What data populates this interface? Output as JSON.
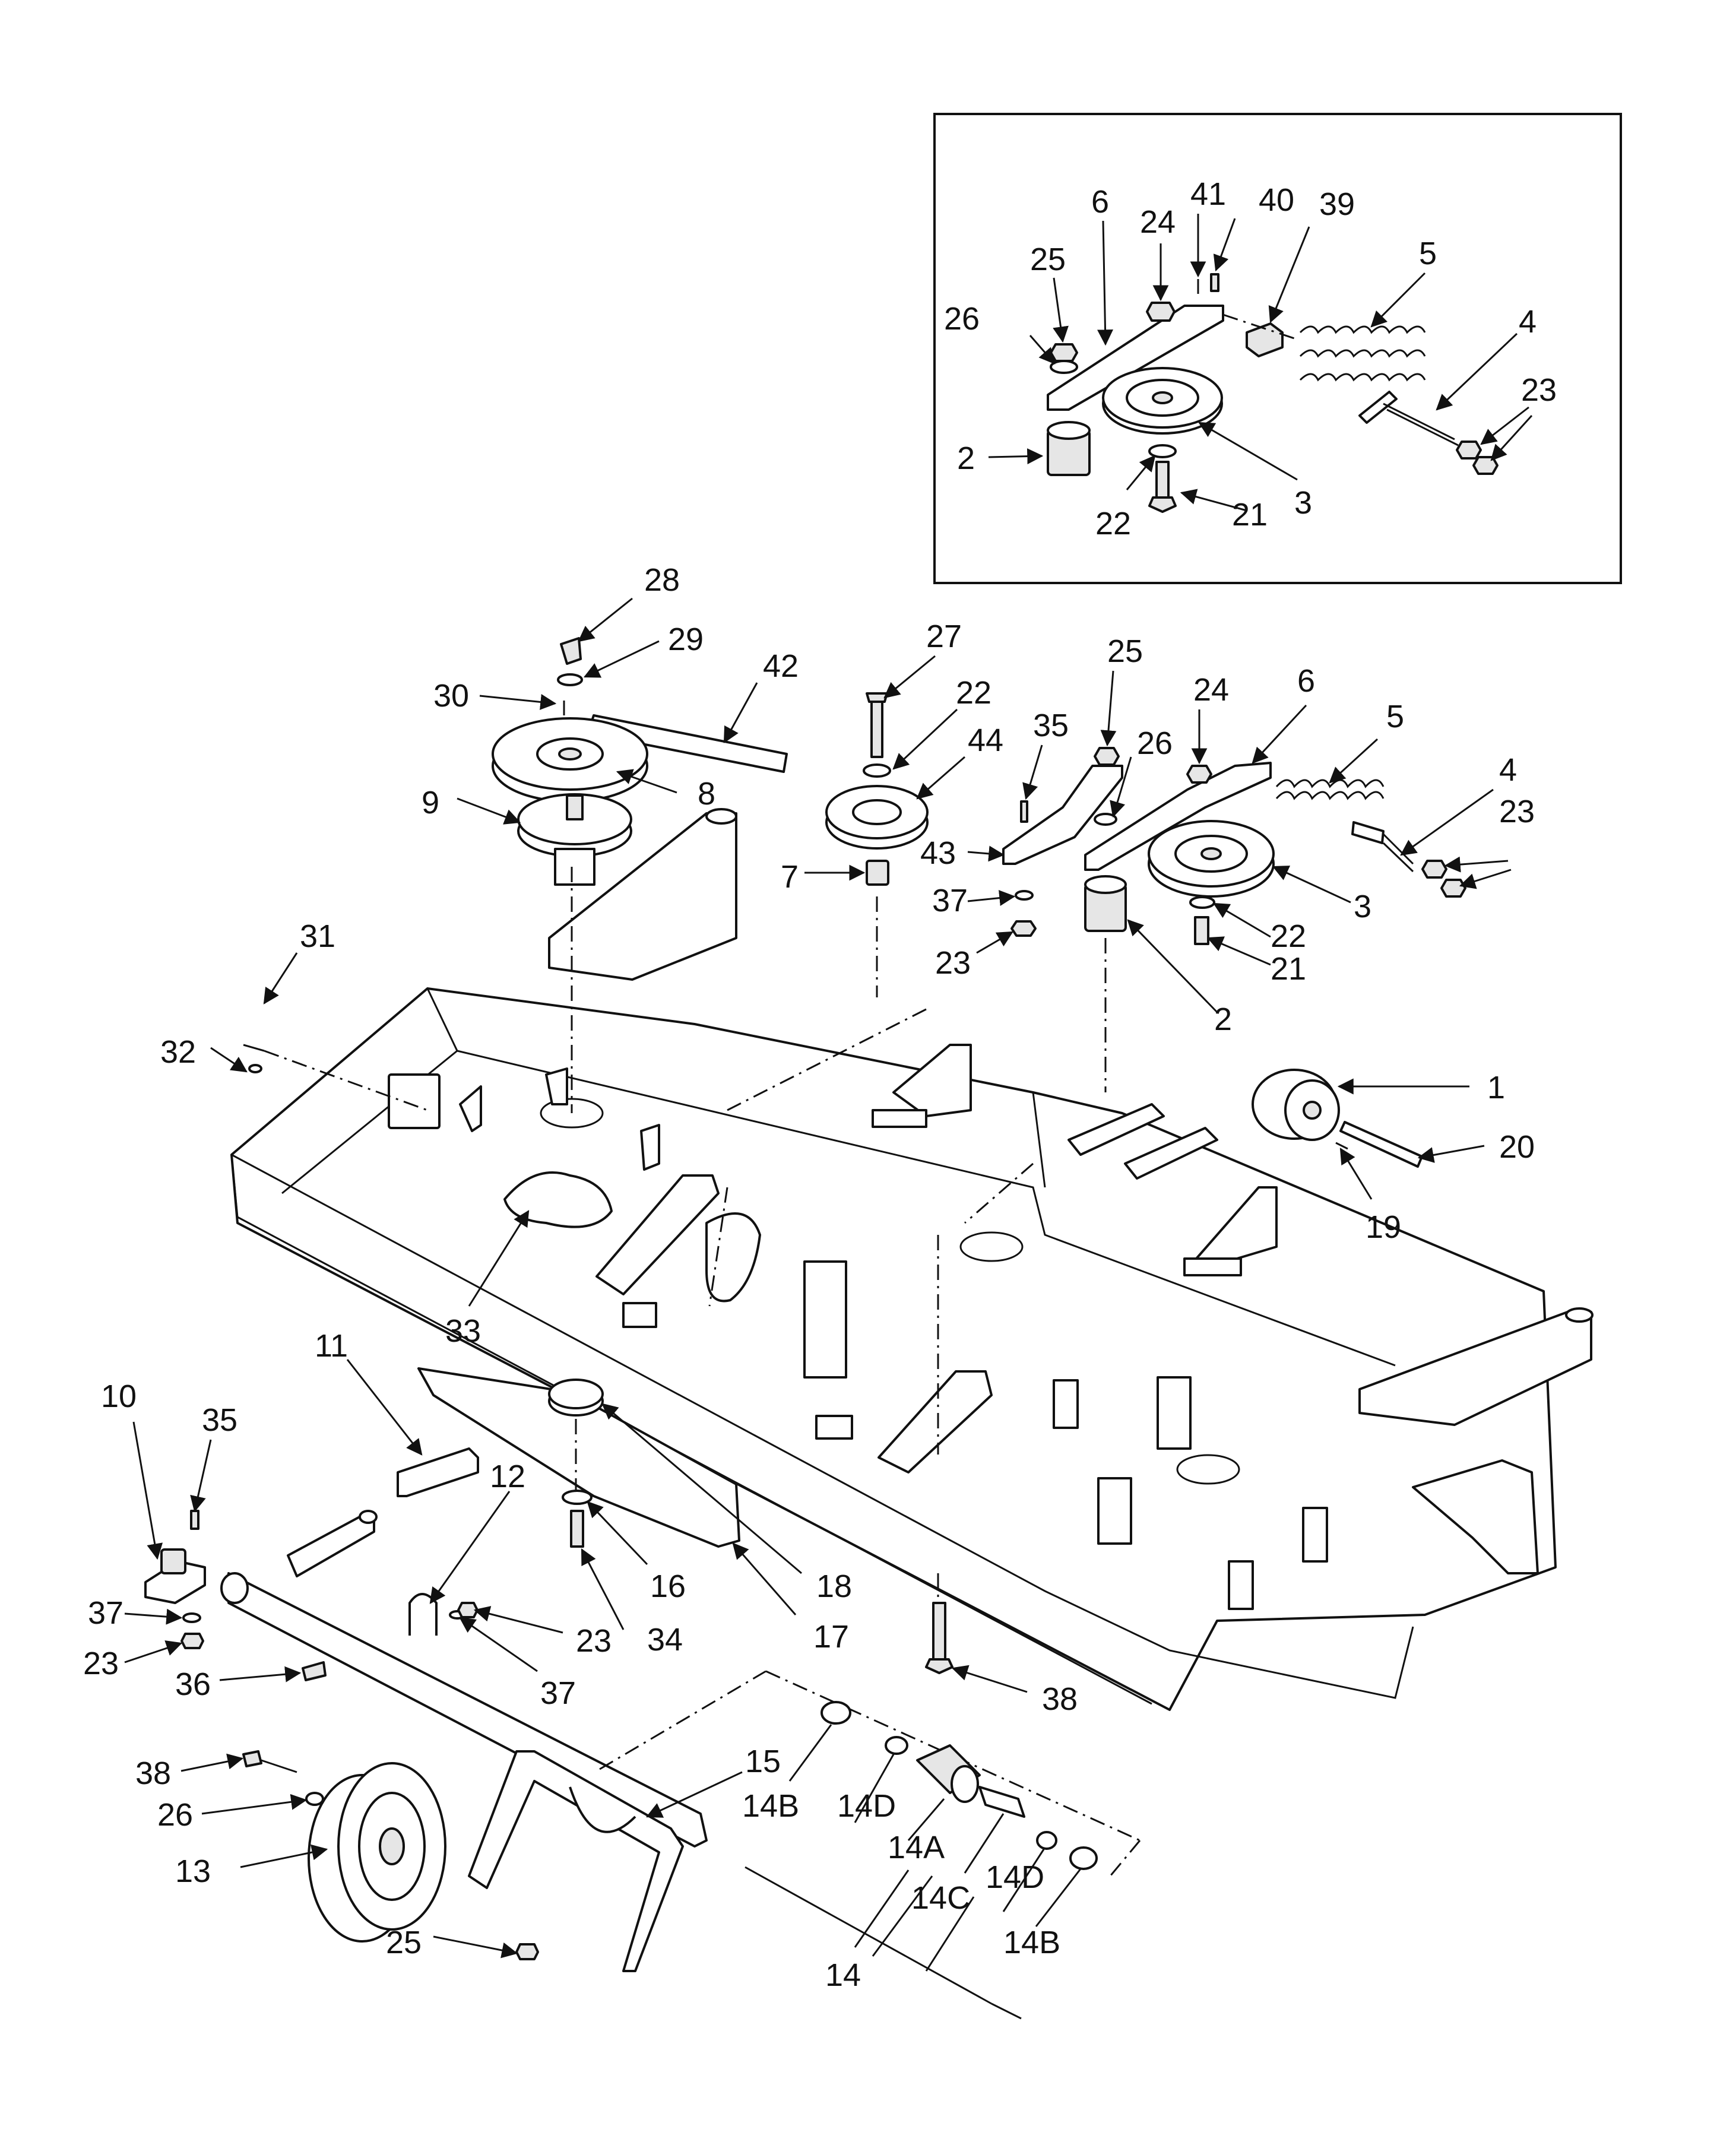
{
  "callouts": {
    "inset": [
      "26",
      "25",
      "6",
      "24",
      "41",
      "40",
      "39",
      "5",
      "4",
      "23",
      "2",
      "22",
      "21",
      "3"
    ],
    "top": [
      "28",
      "29",
      "30",
      "42",
      "9",
      "8",
      "27",
      "22",
      "44",
      "7",
      "35",
      "25",
      "26",
      "24",
      "6",
      "5",
      "4",
      "23",
      "43",
      "37",
      "23",
      "3",
      "22",
      "21",
      "2"
    ],
    "deck": [
      "31",
      "32",
      "1",
      "20",
      "19",
      "33"
    ],
    "bottom": [
      "10",
      "35",
      "11",
      "12",
      "23",
      "37",
      "23",
      "34",
      "16",
      "17",
      "18",
      "37",
      "36",
      "38",
      "38",
      "26",
      "13",
      "15",
      "25",
      "14B",
      "14D",
      "14A",
      "14C",
      "14D",
      "14B",
      "14"
    ]
  }
}
